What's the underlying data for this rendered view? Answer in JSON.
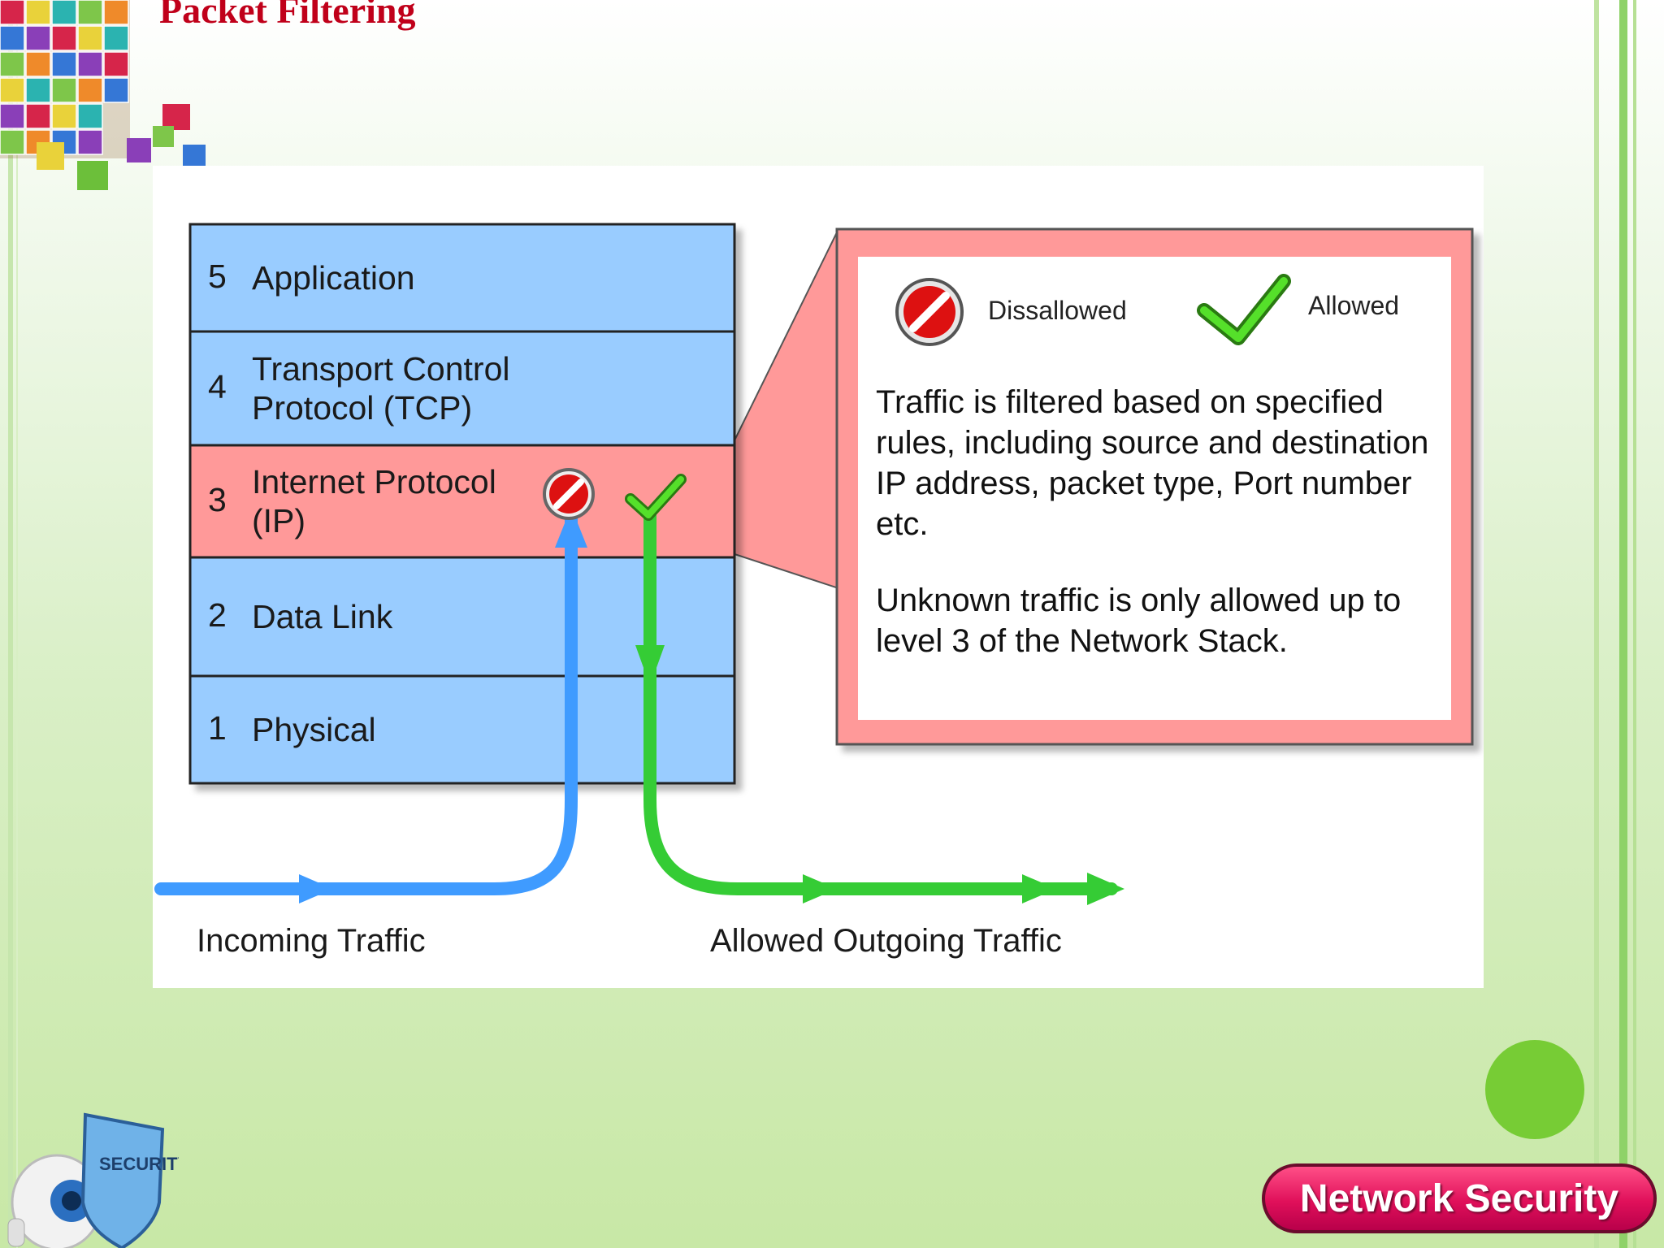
{
  "slide": {
    "title": "Packet Filtering",
    "badge": "Network Security",
    "colors": {
      "title": "#c0001a",
      "badge": "#e0105a",
      "accent_dot": "#77cc35"
    }
  },
  "diagram": {
    "layers": [
      {
        "number": "5",
        "name": "Application",
        "highlighted": false
      },
      {
        "number": "4",
        "name": "Transport Control\nProtocol (TCP)",
        "highlighted": false
      },
      {
        "number": "3",
        "name": "Internet Protocol\n(IP)",
        "highlighted": true
      },
      {
        "number": "2",
        "name": "Data Link",
        "highlighted": false
      },
      {
        "number": "1",
        "name": "Physical",
        "highlighted": false
      }
    ],
    "legend": {
      "disallowed": "Dissallowed",
      "allowed": "Allowed"
    },
    "callout": {
      "paragraph1": "Traffic is filtered based on specified rules, including source and destination IP address, packet type, Port number etc.",
      "paragraph2": "Unknown traffic is only allowed up to level 3 of the Network Stack."
    },
    "labels": {
      "incoming": "Incoming Traffic",
      "outgoing": "Allowed Outgoing Traffic"
    },
    "colors": {
      "layer": "#99ccff",
      "layer_highlight": "#ff9999",
      "callout_border": "#ff9999",
      "incoming_arrow": "#3f9bff",
      "outgoing_arrow": "#35cc35",
      "deny": "#dd1111",
      "allow": "#44dd22"
    },
    "icons": [
      "no-entry-icon",
      "check-mark-icon"
    ]
  }
}
